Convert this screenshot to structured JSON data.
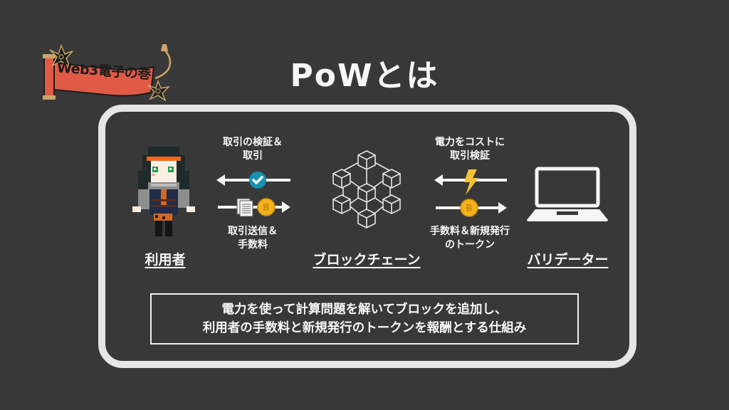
{
  "banner": {
    "text": "Web3電子の巻",
    "color": "#e05a45"
  },
  "title": "PoWとは",
  "colors": {
    "background": "#383838",
    "panel_border": "#e6e6e6",
    "check_badge": "#1793b0",
    "coin": "#f2b21b",
    "lightning": "#f6c13a"
  },
  "diagram": {
    "actors": [
      {
        "id": "user",
        "label": "利用者",
        "icon": "pixel-character-icon"
      },
      {
        "id": "blockchain",
        "label": "ブロックチェーン",
        "icon": "blockchain-cubes-icon"
      },
      {
        "id": "validator",
        "label": "バリデーター",
        "icon": "laptop-icon"
      }
    ],
    "left_flow": {
      "top_label_line1": "取引の検証＆",
      "top_label_line2": "取引",
      "top_arrow": {
        "direction": "left",
        "icon": "checkmark-icon"
      },
      "bottom_arrow": {
        "direction": "right",
        "icons": [
          "document-icon",
          "bitcoin-icon"
        ]
      },
      "bottom_label_line1": "取引送信＆",
      "bottom_label_line2": "手数料"
    },
    "right_flow": {
      "top_label_line1": "電力をコストに",
      "top_label_line2": "取引検証",
      "top_arrow": {
        "direction": "left",
        "icon": "lightning-icon"
      },
      "bottom_arrow": {
        "direction": "right",
        "icon": "bitcoin-icon"
      },
      "bottom_label_line1": "手数料＆新規発行",
      "bottom_label_line2": "のトークン"
    }
  },
  "summary": {
    "line1": "電力を使って計算問題を解いてブロックを追加し、",
    "line2": "利用者の手数料と新規発行のトークンを報酬とする仕組み"
  }
}
